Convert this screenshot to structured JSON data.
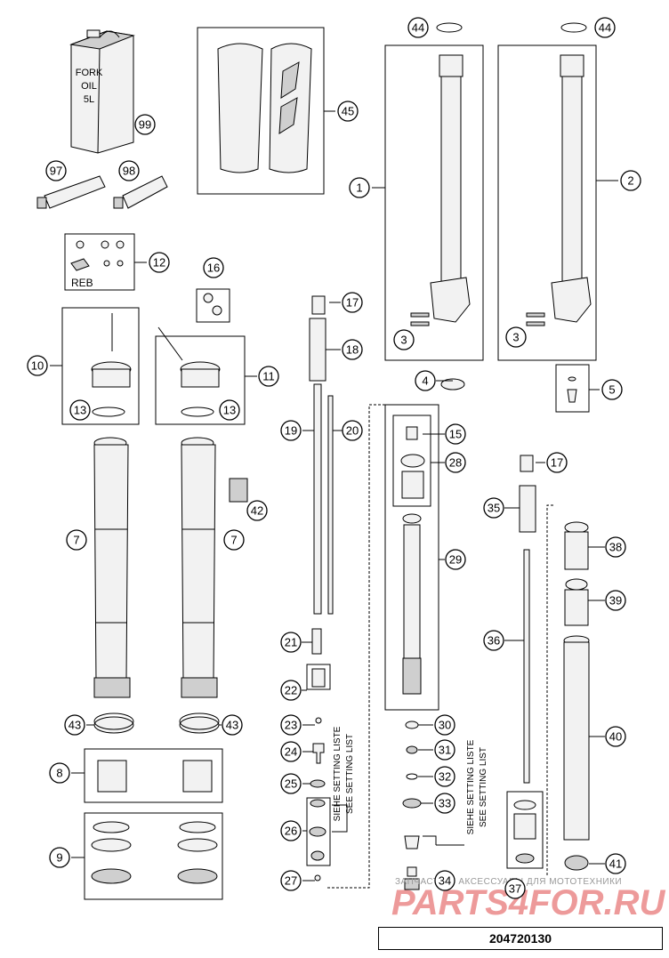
{
  "diagram": {
    "id_code": "204720130",
    "can_label_lines": [
      "FORK",
      "OIL",
      "5L"
    ],
    "reb_label": "REB",
    "setting_list": {
      "line1": "SIEHE SETTING LISTE",
      "line2": "SEE SETTING LIST"
    },
    "watermark": {
      "brand": "PARTS4FOR.RU",
      "subtitle": "ЗАПЧАСТИ И АКСЕССУАРЫ ДЛЯ МОТОТЕХНИКИ"
    },
    "callouts": [
      {
        "id": "c44a",
        "n": "44"
      },
      {
        "id": "c44b",
        "n": "44"
      },
      {
        "id": "c99",
        "n": "99"
      },
      {
        "id": "c45",
        "n": "45"
      },
      {
        "id": "c1",
        "n": "1"
      },
      {
        "id": "c2",
        "n": "2"
      },
      {
        "id": "c97",
        "n": "97"
      },
      {
        "id": "c98",
        "n": "98"
      },
      {
        "id": "c12",
        "n": "12"
      },
      {
        "id": "c16",
        "n": "16"
      },
      {
        "id": "c17a",
        "n": "17"
      },
      {
        "id": "c3a",
        "n": "3"
      },
      {
        "id": "c3b",
        "n": "3"
      },
      {
        "id": "c18",
        "n": "18"
      },
      {
        "id": "c10",
        "n": "10"
      },
      {
        "id": "c11",
        "n": "11"
      },
      {
        "id": "c4",
        "n": "4"
      },
      {
        "id": "c5",
        "n": "5"
      },
      {
        "id": "c13a",
        "n": "13"
      },
      {
        "id": "c13b",
        "n": "13"
      },
      {
        "id": "c19",
        "n": "19"
      },
      {
        "id": "c20",
        "n": "20"
      },
      {
        "id": "c15",
        "n": "15"
      },
      {
        "id": "c17b",
        "n": "17"
      },
      {
        "id": "c28",
        "n": "28"
      },
      {
        "id": "c35",
        "n": "35"
      },
      {
        "id": "c42",
        "n": "42"
      },
      {
        "id": "c7a",
        "n": "7"
      },
      {
        "id": "c7b",
        "n": "7"
      },
      {
        "id": "c38",
        "n": "38"
      },
      {
        "id": "c29",
        "n": "29"
      },
      {
        "id": "c39",
        "n": "39"
      },
      {
        "id": "c36",
        "n": "36"
      },
      {
        "id": "c21",
        "n": "21"
      },
      {
        "id": "c22",
        "n": "22"
      },
      {
        "id": "c30",
        "n": "30"
      },
      {
        "id": "c23",
        "n": "23"
      },
      {
        "id": "c43a",
        "n": "43"
      },
      {
        "id": "c43b",
        "n": "43"
      },
      {
        "id": "c40",
        "n": "40"
      },
      {
        "id": "c31",
        "n": "31"
      },
      {
        "id": "c24",
        "n": "24"
      },
      {
        "id": "c8",
        "n": "8"
      },
      {
        "id": "c32",
        "n": "32"
      },
      {
        "id": "c25",
        "n": "25"
      },
      {
        "id": "c33",
        "n": "33"
      },
      {
        "id": "c26",
        "n": "26"
      },
      {
        "id": "c9",
        "n": "9"
      },
      {
        "id": "c41",
        "n": "41"
      },
      {
        "id": "c27",
        "n": "27"
      },
      {
        "id": "c34",
        "n": "34"
      },
      {
        "id": "c37",
        "n": "37"
      }
    ]
  }
}
